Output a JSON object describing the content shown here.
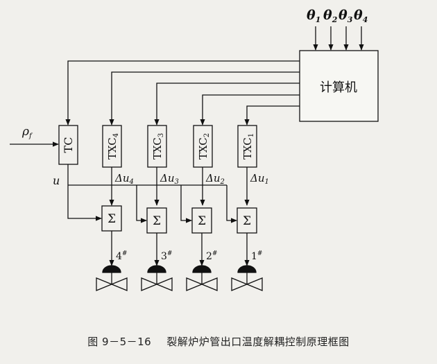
{
  "inputs_top": [
    "θ",
    "θ",
    "θ",
    "θ"
  ],
  "inputs_top_subs": [
    "1",
    "2",
    "3",
    "4"
  ],
  "computer_label": "计算机",
  "input_left": "ρ",
  "input_left_sub": "f",
  "tc_label": "TC",
  "txc_main": "TXC",
  "txc_subs": [
    "4",
    "3",
    "2",
    "1"
  ],
  "u_label": "u",
  "delta_prefix": "Δu",
  "delta_subs": [
    "4",
    "3",
    "2",
    "1"
  ],
  "sum_symbol": "Σ",
  "valve_labels": [
    "4",
    "3",
    "2",
    "1"
  ],
  "valve_mark": "#",
  "caption_number": "图 9－5－16",
  "caption_text": "裂解炉炉管出口温度解耦控制原理框图"
}
